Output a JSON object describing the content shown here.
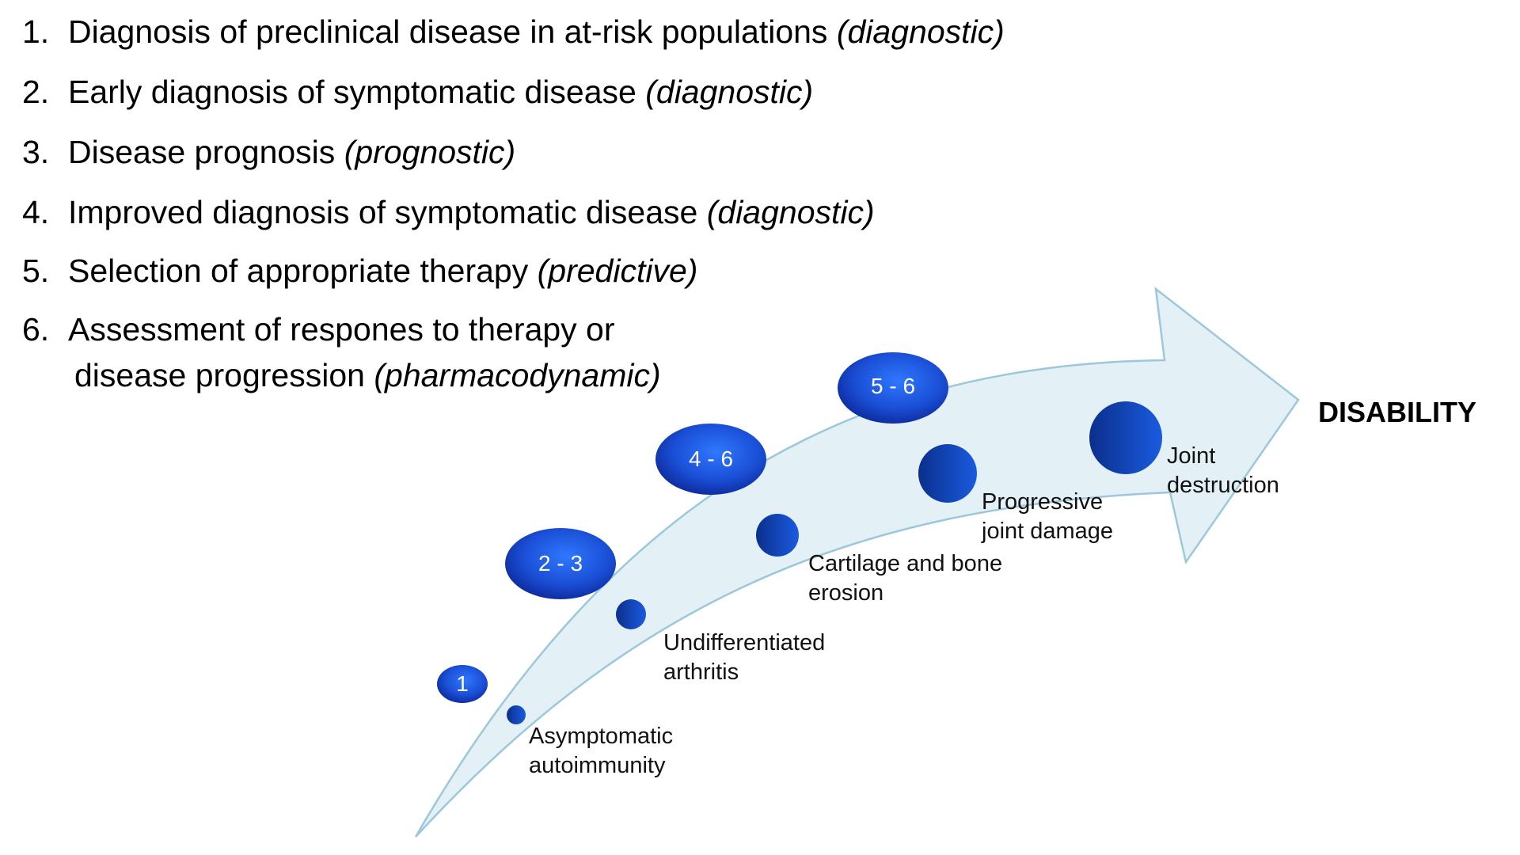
{
  "biomarker_uses": [
    {
      "number": "1.",
      "text": "Diagnosis of preclinical disease in at-risk populations",
      "tag": "(diagnostic)"
    },
    {
      "number": "2.",
      "text": "Early diagnosis of symptomatic disease",
      "tag": "(diagnostic)"
    },
    {
      "number": "3.",
      "text": "Disease prognosis",
      "tag": "(prognostic)"
    },
    {
      "number": "4.",
      "text": "Improved diagnosis of symptomatic disease",
      "tag": "(diagnostic)"
    },
    {
      "number": "5.",
      "text": "Selection of appropriate therapy",
      "tag": "(predictive)"
    },
    {
      "number": "6.",
      "text": "Assessment of respones to therapy or",
      "tag": ""
    }
  ],
  "item6_continuation": {
    "text": "disease progression",
    "tag": "(pharmacodynamic)"
  },
  "arrow_endpoint": "DISABILITY",
  "stages": [
    {
      "line1": "Asymptomatic",
      "line2": "autoimmunity"
    },
    {
      "line1": "Undifferentiated",
      "line2": "arthritis"
    },
    {
      "line1": "Cartilage and bone",
      "line2": "erosion"
    },
    {
      "line1": "Progressive",
      "line2": "joint damage"
    },
    {
      "line1": "Joint",
      "line2": "destruction"
    }
  ],
  "badges": [
    "1",
    "2 - 3",
    "4 - 6",
    "5 - 6"
  ],
  "colors": {
    "arrow_fill": "#e3f1f7",
    "arrow_stroke": "#9cc8da",
    "marker_dark": "#0b2f8c",
    "marker_light": "#1a5be0"
  }
}
